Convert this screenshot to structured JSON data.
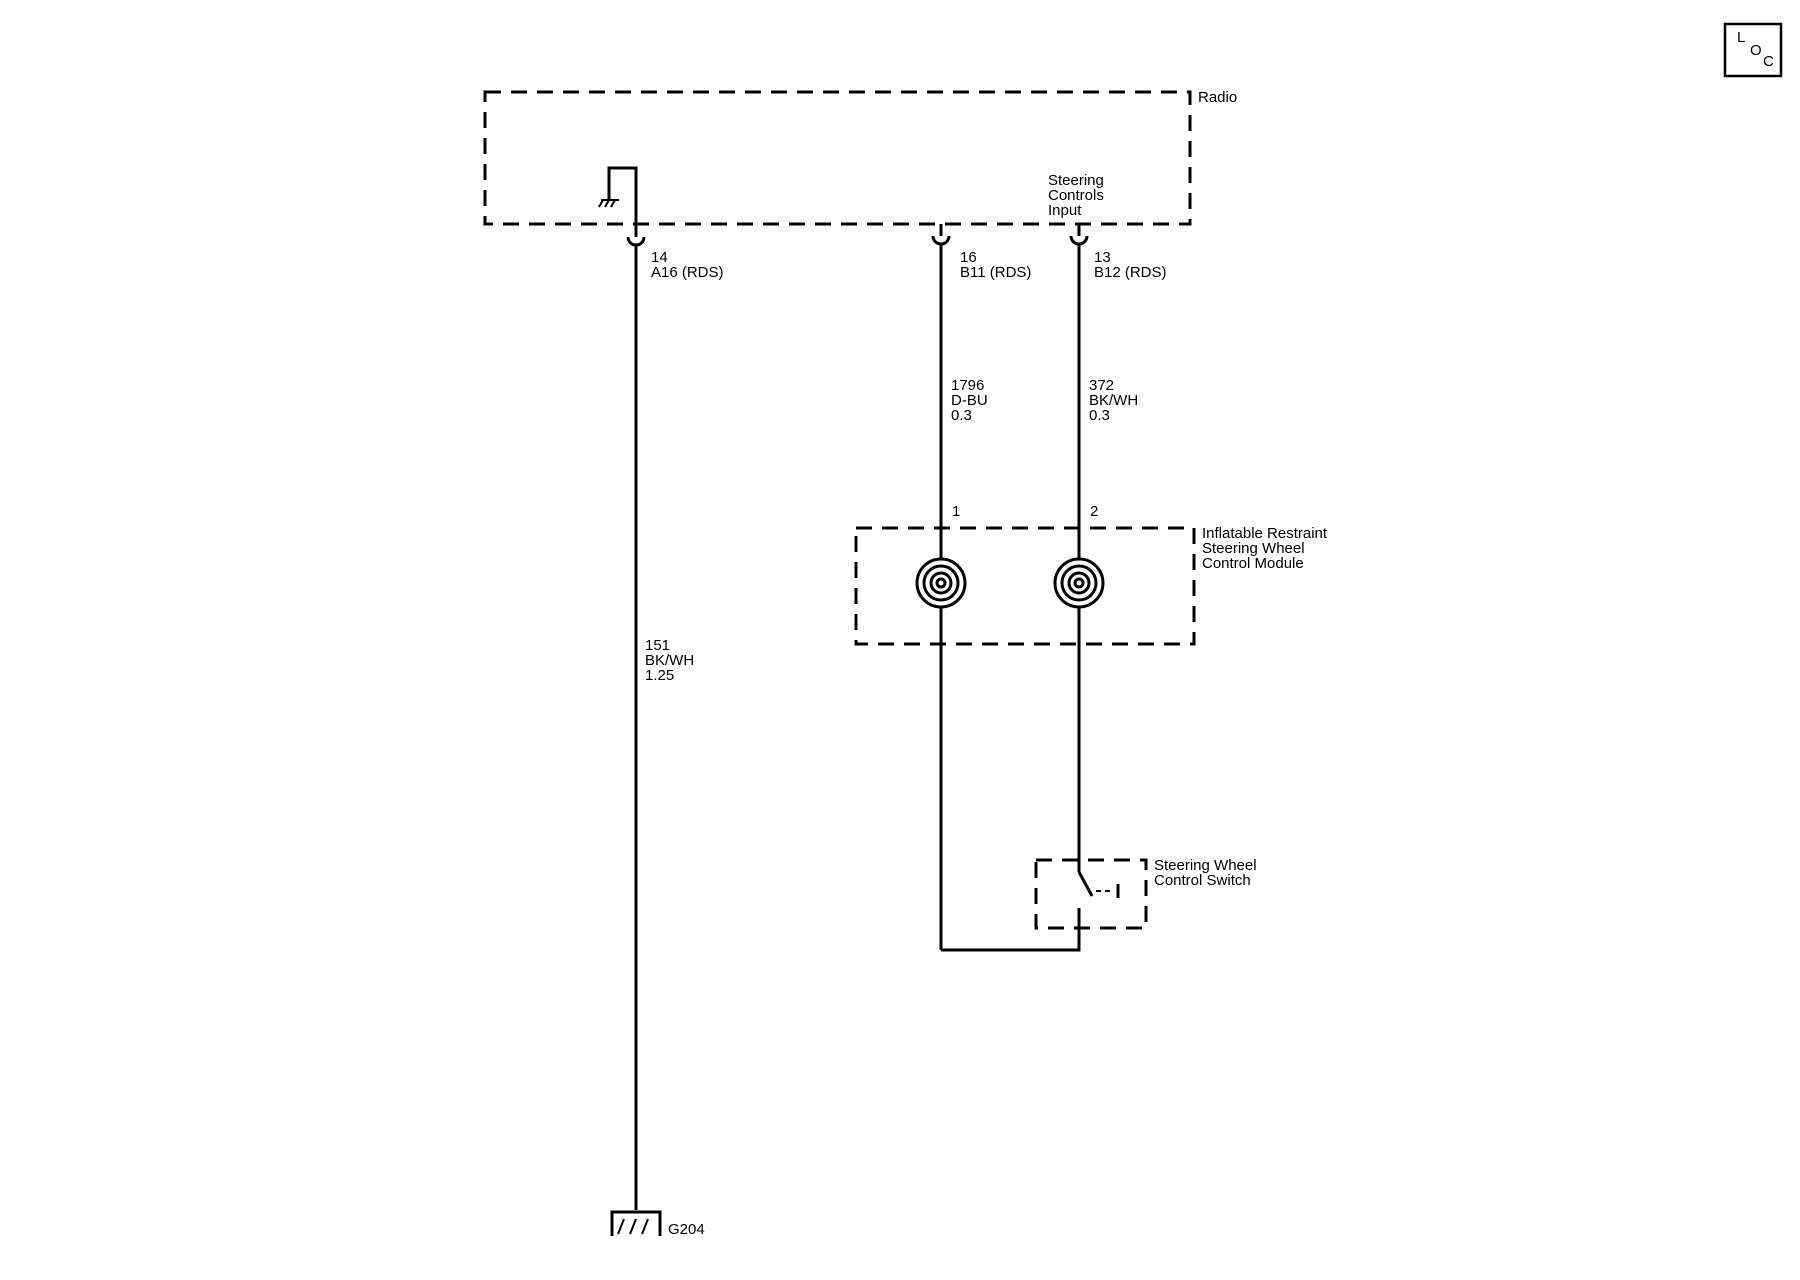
{
  "loc_icon": {
    "letters": [
      "L",
      "O",
      "C"
    ]
  },
  "radio": {
    "label": "Radio",
    "input_label": [
      "Steering",
      "Controls",
      "Input"
    ]
  },
  "connectors": {
    "ground_pin": [
      "14",
      "A16 (RDS)"
    ],
    "pin_b11": [
      "16",
      "B11 (RDS)"
    ],
    "pin_b12": [
      "13",
      "B12 (RDS)"
    ]
  },
  "wires": {
    "ground_wire": [
      "151",
      "BK/WH",
      "1.25"
    ],
    "wire_1796": [
      "1796",
      "D-BU",
      "0.3"
    ],
    "wire_372": [
      "372",
      "BK/WH",
      "0.3"
    ]
  },
  "module": {
    "label": [
      "Inflatable Restraint",
      "Steering Wheel",
      "Control Module"
    ],
    "pin1": "1",
    "pin2": "2"
  },
  "switch": {
    "label": [
      "Steering Wheel",
      "Control Switch"
    ]
  },
  "ground": {
    "label": "G204"
  }
}
